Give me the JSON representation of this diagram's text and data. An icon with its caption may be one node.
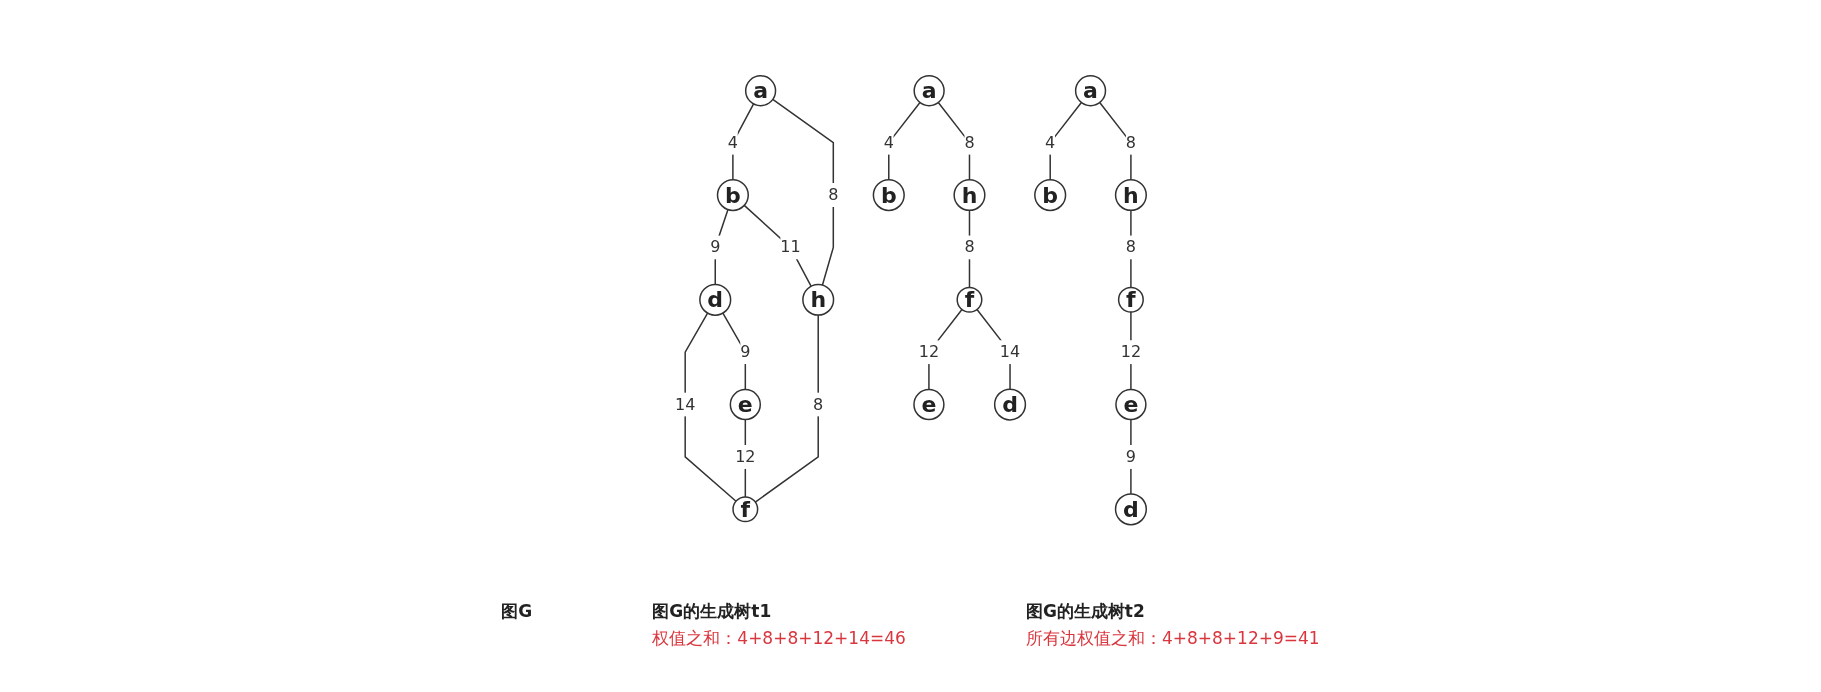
{
  "diagram": {
    "nodes": [
      {
        "text": [
          "a"
        ]
      },
      {
        "text": [
          "b"
        ]
      },
      {
        "text": [
          "h"
        ]
      },
      {
        "text": [
          "d"
        ]
      },
      {
        "text": [
          "e"
        ]
      },
      {
        "text": [
          "f"
        ]
      },
      {
        "text": [
          "a"
        ]
      },
      {
        "text": [
          "b"
        ]
      },
      {
        "text": [
          "h"
        ]
      },
      {
        "text": [
          "f"
        ]
      },
      {
        "text": [
          "e"
        ]
      },
      {
        "text": [
          "d"
        ]
      },
      {
        "text": [
          "a"
        ]
      },
      {
        "text": [
          "b"
        ]
      },
      {
        "text": [
          "h"
        ]
      },
      {
        "text": [
          "f"
        ]
      },
      {
        "text": [
          "e"
        ]
      },
      {
        "text": [
          "d"
        ]
      }
    ],
    "edges": [
      {
        "from": 0,
        "to": 1,
        "arrow": "none",
        "label": "4"
      },
      {
        "from": 0,
        "to": 2,
        "arrow": "none",
        "label": "8"
      },
      {
        "from": 1,
        "to": 3,
        "arrow": "none",
        "label": "9"
      },
      {
        "from": 1,
        "to": 2,
        "arrow": "none",
        "label": "11"
      },
      {
        "from": 2,
        "to": 5,
        "arrow": "none",
        "label": "8"
      },
      {
        "from": 3,
        "to": 5,
        "arrow": "none",
        "label": "14"
      },
      {
        "from": 3,
        "to": 4,
        "arrow": "none",
        "label": "9"
      },
      {
        "from": 4,
        "to": 5,
        "arrow": "none",
        "label": "12"
      },
      {
        "from": 6,
        "to": 7,
        "arrow": "none",
        "label": "4"
      },
      {
        "from": 6,
        "to": 8,
        "arrow": "none",
        "label": "8"
      },
      {
        "from": 8,
        "to": 9,
        "arrow": "none",
        "label": "8"
      },
      {
        "from": 9,
        "to": 10,
        "arrow": "none",
        "label": "12"
      },
      {
        "from": 9,
        "to": 11,
        "arrow": "none",
        "label": "14"
      },
      {
        "from": 12,
        "to": 13,
        "arrow": "none",
        "label": "4"
      },
      {
        "from": 12,
        "to": 14,
        "arrow": "none",
        "label": "8"
      },
      {
        "from": 14,
        "to": 15,
        "arrow": "none",
        "label": "8"
      },
      {
        "from": 15,
        "to": 16,
        "arrow": "none",
        "label": "12"
      },
      {
        "from": 16,
        "to": 17,
        "arrow": "none",
        "label": "9"
      }
    ],
    "labels": [
      "图G",
      "图G的生成树t1",
      "权值之和：4+8+8+12+14=46",
      "图G的生成树t2",
      "所有边权值之和：4+8+8+12+9=41"
    ]
  }
}
